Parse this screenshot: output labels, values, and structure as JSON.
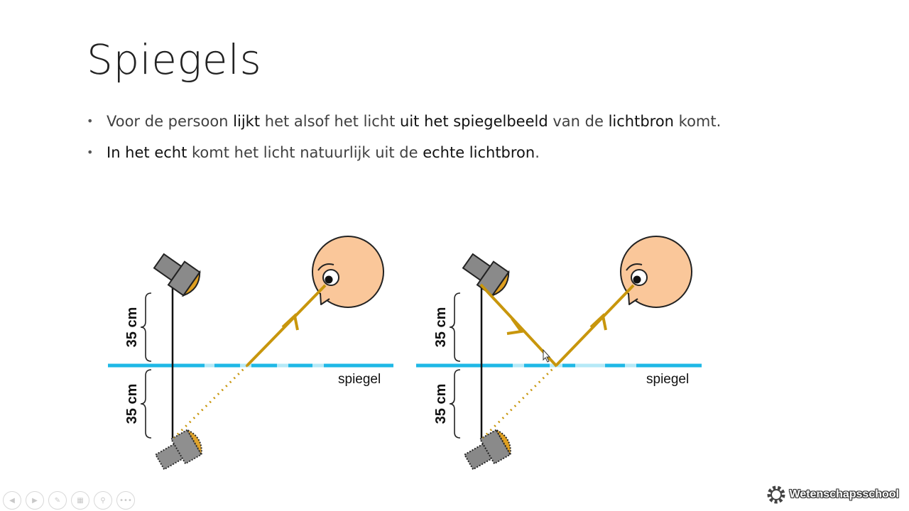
{
  "slide": {
    "title": "Spiegels",
    "bullets": [
      {
        "parts": [
          "Voor de persoon ",
          "lijkt",
          " het alsof het licht ",
          "uit het spiegelbeeld",
          " van de ",
          "lichtbron",
          " komt."
        ]
      },
      {
        "parts": [
          "In het echt",
          " komt het licht natuurlijk uit de ",
          "echte lichtbron",
          "."
        ]
      }
    ]
  },
  "diagram": {
    "left": {
      "distance_top": "35 cm",
      "distance_bottom": "35 cm",
      "mirror_label": "spiegel"
    },
    "right": {
      "distance_top": "35 cm",
      "distance_bottom": "35 cm",
      "mirror_label": "spiegel"
    }
  },
  "colors": {
    "mirror": "#1fb8e6",
    "ray": "#c8960c",
    "face": "#fac79a",
    "lamp": "#888888"
  },
  "player": {
    "icons": [
      "prev-icon",
      "next-icon",
      "pen-icon",
      "slides-icon",
      "zoom-icon",
      "more-icon"
    ]
  },
  "logo": {
    "text": "Wetenschapsschool"
  }
}
